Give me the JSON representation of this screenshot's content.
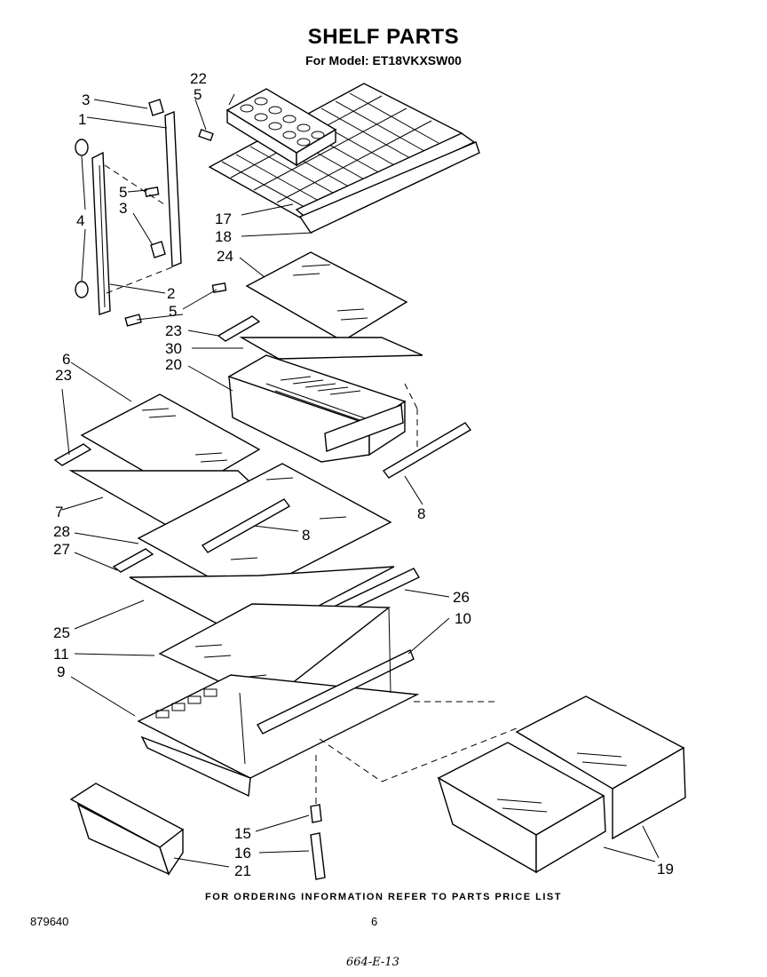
{
  "header": {
    "title": "SHELF PARTS",
    "subtitle": "For Model: ET18VKXSW00"
  },
  "callouts": [
    "22",
    "5",
    "3",
    "1",
    "5",
    "3",
    "4",
    "2",
    "5",
    "17",
    "18",
    "24",
    "23",
    "30",
    "20",
    "6",
    "23",
    "7",
    "28",
    "8",
    "27",
    "8",
    "26",
    "25",
    "10",
    "11",
    "9",
    "15",
    "16",
    "21",
    "19"
  ],
  "footer": {
    "note": "FOR ORDERING INFORMATION REFER TO PARTS PRICE LIST",
    "doc_number": "879640",
    "page_number": "6",
    "handwritten": "664-E-13"
  }
}
